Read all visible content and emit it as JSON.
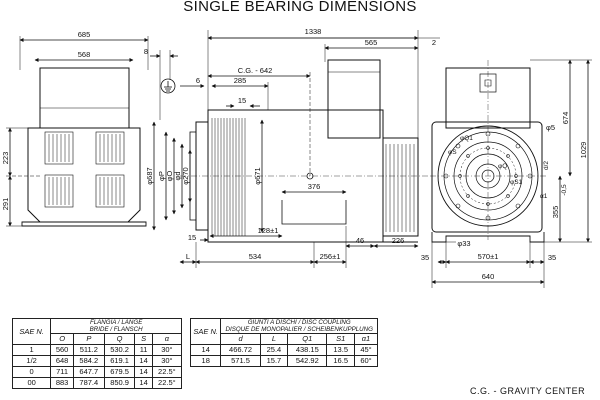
{
  "title": "SINGLE BEARING DIMENSIONS",
  "dimensions": {
    "d685": "685",
    "d568": "568",
    "d8": "8",
    "d1338": "1338",
    "d565": "565",
    "d2": "2",
    "cg": "C.G. - 642",
    "d6": "6",
    "d285": "285",
    "d15a": "15",
    "d223": "223",
    "d291": "291",
    "d687": "φ687",
    "dP": "φP",
    "dO": "φO",
    "dd": "φd",
    "d270": "φ270",
    "d671": "φ671",
    "d376": "376",
    "d128": "128±1",
    "d15b": "15",
    "dL": "L",
    "d534": "534",
    "d256": "256±1",
    "d46": "46",
    "d226": "226",
    "d35a": "35",
    "d570": "570±1",
    "d35b": "35",
    "d640": "640",
    "d674": "674",
    "d1029": "1029",
    "d355": "355",
    "d05": "-0,5",
    "d5": "φ5",
    "dQ1": "φQ1",
    "dS": "φS",
    "dQ": "φQ",
    "dS1": "φS1",
    "dd2": "d/2",
    "d33": "φ33",
    "dalpha": "α1"
  },
  "flange_table": {
    "sae_header": "SAE N.",
    "group_header_1": "FLANGIA / LANGE",
    "group_header_2": "BRIDE / FLANSCH",
    "columns": [
      "O",
      "P",
      "Q",
      "S",
      "α"
    ],
    "rows": [
      [
        "1",
        "560",
        "511.2",
        "530.2",
        "11",
        "30°"
      ],
      [
        "1/2",
        "648",
        "584.2",
        "619.1",
        "14",
        "30°"
      ],
      [
        "0",
        "711",
        "647.7",
        "679.5",
        "14",
        "22.5°"
      ],
      [
        "00",
        "883",
        "787.4",
        "850.9",
        "14",
        "22.5°"
      ]
    ]
  },
  "coupling_table": {
    "sae_header": "SAE N.",
    "group_header_1": "GIUNTI A DISCHI / DISC COUPLING",
    "group_header_2": "DISQUE DE MONOPALIER / SCHEIBENKUPPLUNG",
    "columns": [
      "d",
      "L",
      "Q1",
      "S1",
      "α1"
    ],
    "rows": [
      [
        "14",
        "466.72",
        "25.4",
        "438.15",
        "13.5",
        "45°"
      ],
      [
        "18",
        "571.5",
        "15.7",
        "542.92",
        "16.5",
        "60°"
      ]
    ]
  },
  "footer_note": "C.G. - GRAVITY CENTER"
}
